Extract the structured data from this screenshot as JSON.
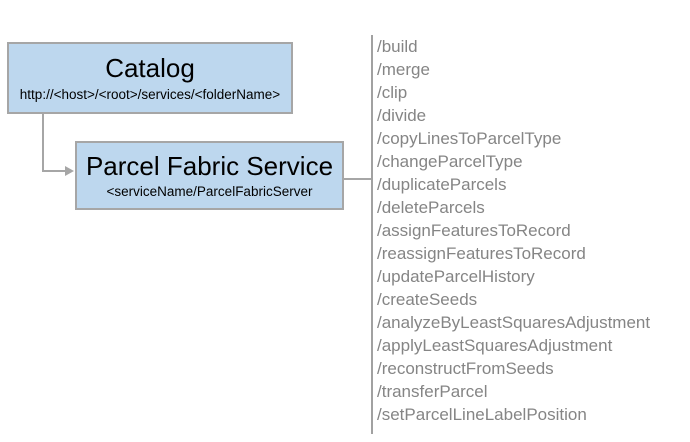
{
  "diagram": {
    "catalog": {
      "title": "Catalog",
      "subtitle": "http://<host>/<root>/services/<folderName>"
    },
    "service": {
      "title": "Parcel Fabric Service",
      "subtitle": "<serviceName/ParcelFabricServer"
    },
    "endpoints": [
      "/build",
      "/merge",
      "/clip",
      "/divide",
      "/copyLinesToParcelType",
      "/changeParcelType",
      "/duplicateParcels",
      "/deleteParcels",
      "/assignFeaturesToRecord",
      "/reassignFeaturesToRecord",
      "/updateParcelHistory",
      "/createSeeds",
      "/analyzeByLeastSquaresAdjustment",
      "/applyLeastSquaresAdjustment",
      "/reconstructFromSeeds",
      "/transferParcel",
      "/setParcelLineLabelPosition"
    ],
    "colors": {
      "box_fill": "#BDD7EE",
      "box_border": "#A6A6A6",
      "connector": "#A6A6A6",
      "rail": "#A1A1A1",
      "endpoint_text": "#858585",
      "title_text": "#000000"
    }
  }
}
